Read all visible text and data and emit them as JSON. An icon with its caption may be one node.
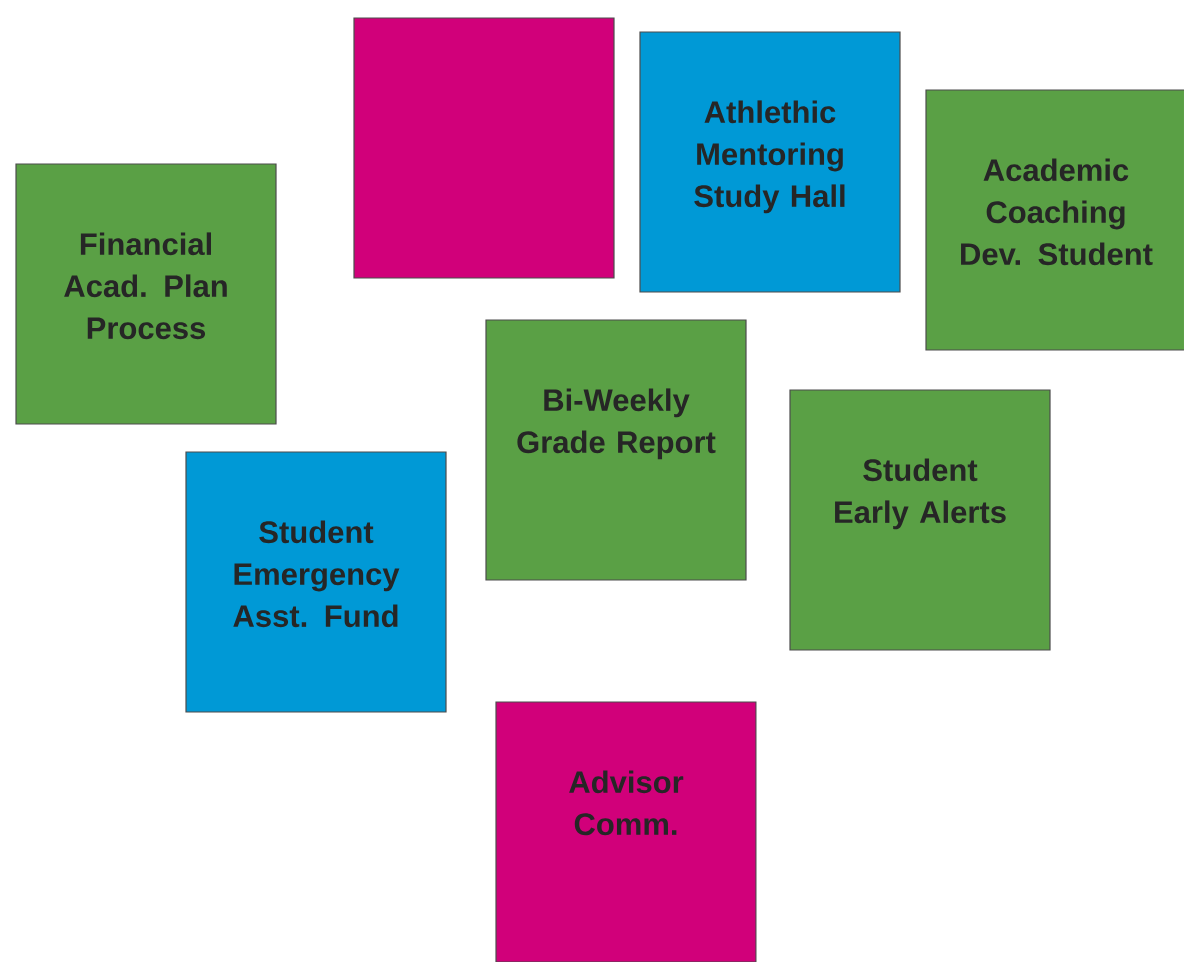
{
  "diagram": {
    "nodes": [
      {
        "text": [
          "Financial Acad. Plan Process"
        ]
      },
      {
        "text": [],
        "shape": "box"
      },
      {
        "text": [
          "Athlethic Mentoring Study Hall"
        ]
      },
      {
        "text": [
          "Academic Coaching Dev. Student"
        ]
      },
      {
        "text": [
          "Bi-Weekly Grade Report"
        ]
      },
      {
        "text": [
          "Student Early Alerts"
        ]
      },
      {
        "text": [
          "Student Emergency Asst. Fund"
        ]
      },
      {
        "text": [
          "Advisor Comm."
        ]
      }
    ]
  }
}
